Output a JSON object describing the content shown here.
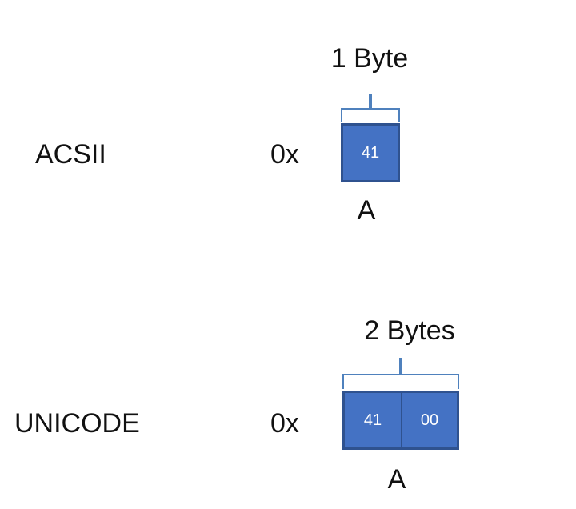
{
  "ascii": {
    "label": "ACSII",
    "prefix": "0x",
    "size_label": "1 Byte",
    "cells": [
      "41"
    ],
    "char": "A"
  },
  "unicode": {
    "label": "UNICODE",
    "prefix": "0x",
    "size_label": "2 Bytes",
    "cells": [
      "41",
      "00"
    ],
    "char": "A"
  },
  "colors": {
    "cell_fill": "#4472c4",
    "cell_border": "#2f528f",
    "brace": "#4f81bd"
  }
}
